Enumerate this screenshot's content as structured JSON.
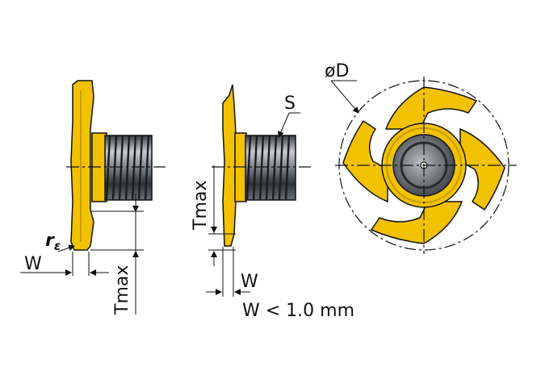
{
  "labels": {
    "w_left": "W",
    "r_eps_main": "r",
    "r_eps_sub": "ε",
    "tmax_left": "Tmax",
    "tmax_mid": "Tmax",
    "w_mid": "W",
    "s_label": "S",
    "od_label": "øD",
    "note": "W < 1.0 mm"
  },
  "colors": {
    "insert_yellow": "#f2c200",
    "insert_dark": "#c89a00",
    "metal_grey": "#8a8e94",
    "line": "#111111"
  }
}
